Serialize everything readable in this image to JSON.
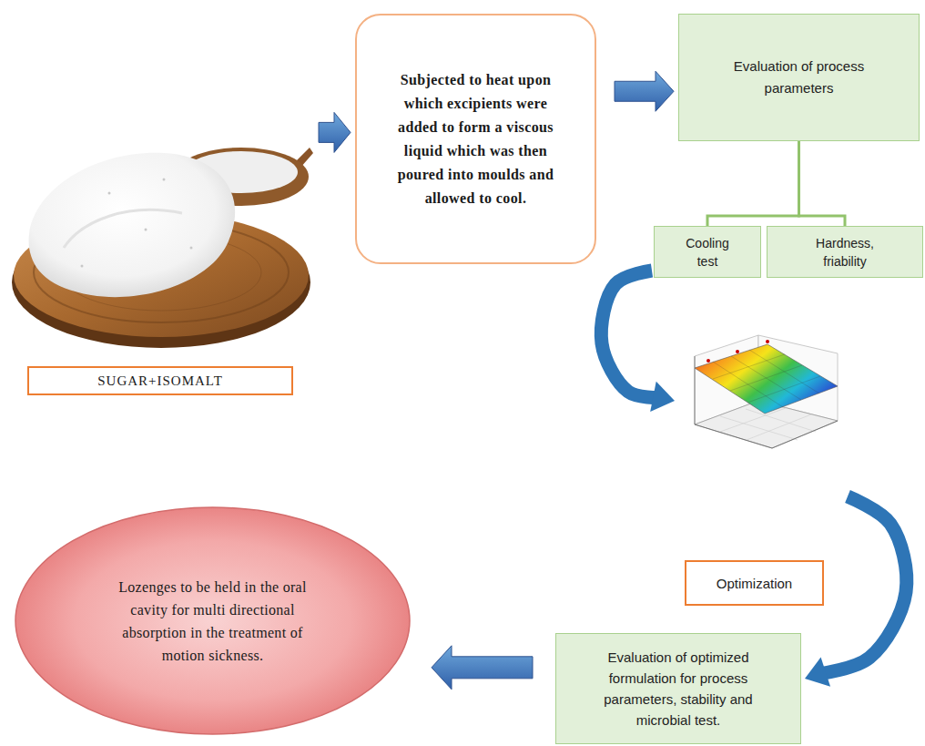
{
  "diagram": {
    "nodes": [
      {
        "text": [
          "SUGAR+ISOMALT"
        ]
      },
      {
        "text": [
          "Subjected to heat upon which excipients were added to form a viscous liquid which was then poured into moulds and allowed to cool."
        ]
      },
      {
        "text": [
          "Evaluation of process parameters"
        ]
      },
      {
        "text": [
          "Cooling test"
        ]
      },
      {
        "text": [
          "Hardness, friability"
        ]
      },
      {
        "text": [
          "Optimization"
        ]
      },
      {
        "text": [
          "Evaluation of optimized formulation for process parameters, stability and microbial test."
        ]
      },
      {
        "text": [
          "Lozenges to be held in the oral cavity for multi directional absorption in the treatment of motion sickness."
        ]
      }
    ],
    "edges": [
      {
        "from": 0,
        "to": 1,
        "arrow": "to"
      },
      {
        "from": 1,
        "to": 2,
        "arrow": "to"
      },
      {
        "from": 2,
        "to": 3,
        "arrow": "none"
      },
      {
        "from": 2,
        "to": 4,
        "arrow": "none"
      },
      {
        "from": 3,
        "to": 5,
        "arrow": "to"
      },
      {
        "from": 5,
        "to": 6,
        "arrow": "to"
      },
      {
        "from": 6,
        "to": 7,
        "arrow": "to"
      }
    ]
  }
}
